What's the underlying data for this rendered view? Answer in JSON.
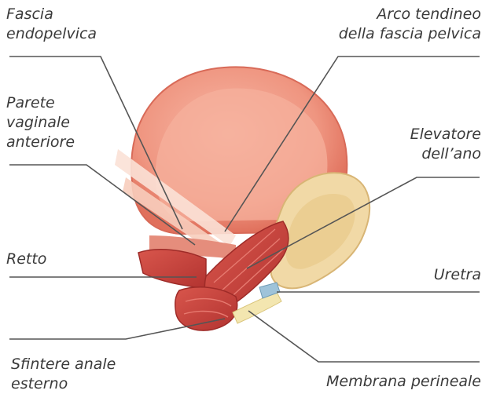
{
  "labels": {
    "fascia_endopelvica": [
      "Fascia",
      "endopelvica"
    ],
    "arco_tendineo": [
      "Arco tendineo",
      "della fascia pelvica"
    ],
    "parete_vaginale": [
      "Parete",
      "vaginale",
      "anteriore"
    ],
    "elevatore": [
      "Elevatore",
      "dell’ano"
    ],
    "retto": "Retto",
    "uretra": "Uretra",
    "sfintere": [
      "Sfintere anale",
      "esterno"
    ],
    "membrana": "Membrana perineale"
  },
  "colors": {
    "bladder": "#f2a08c",
    "bladder_inner": "#f6b3a0",
    "muscle": "#c8403a",
    "bone": "#f1d9a6",
    "leader": "#555555"
  }
}
